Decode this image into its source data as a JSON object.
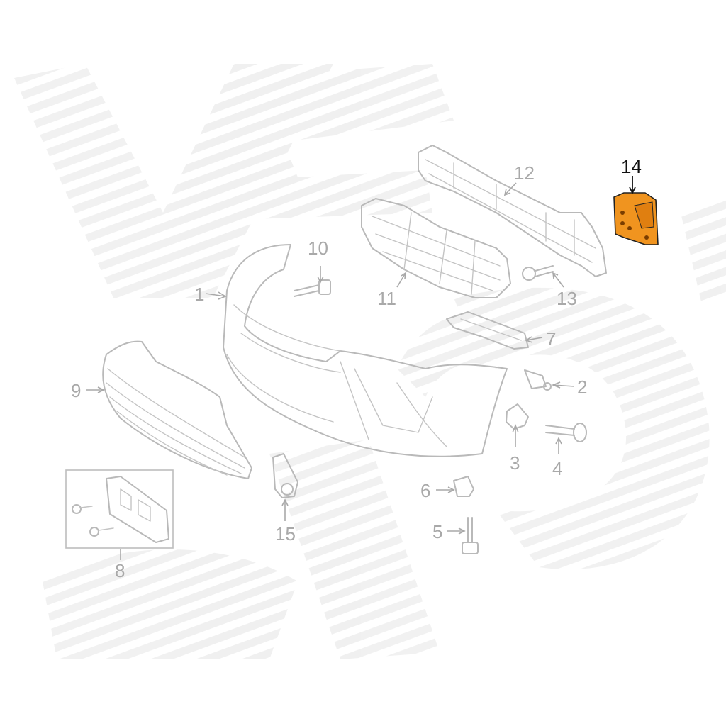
{
  "diagram": {
    "highlight_color": "#f0941f",
    "line_color": "#b9b9b9",
    "label_color": "#a9a9a9",
    "highlight_label_color": "#111111",
    "callouts": [
      {
        "id": "1",
        "text": "1"
      },
      {
        "id": "2",
        "text": "2"
      },
      {
        "id": "3",
        "text": "3"
      },
      {
        "id": "4",
        "text": "4"
      },
      {
        "id": "5",
        "text": "5"
      },
      {
        "id": "6",
        "text": "6"
      },
      {
        "id": "7",
        "text": "7"
      },
      {
        "id": "8",
        "text": "8"
      },
      {
        "id": "9",
        "text": "9"
      },
      {
        "id": "10",
        "text": "10"
      },
      {
        "id": "11",
        "text": "11"
      },
      {
        "id": "12",
        "text": "12"
      },
      {
        "id": "13",
        "text": "13"
      },
      {
        "id": "14",
        "text": "14",
        "highlighted": true
      },
      {
        "id": "15",
        "text": "15"
      }
    ]
  }
}
